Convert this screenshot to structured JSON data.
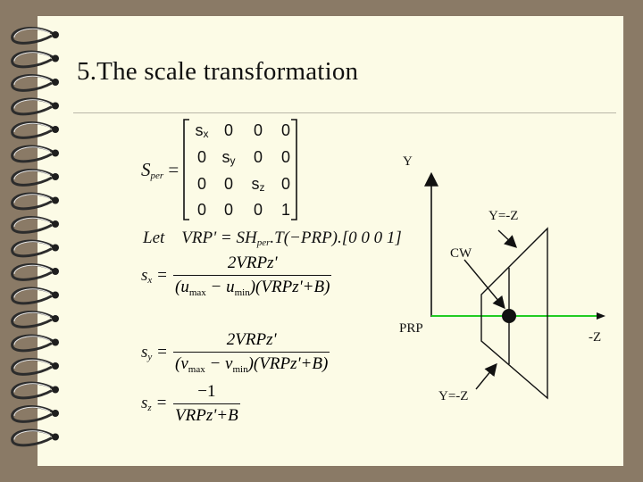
{
  "slide": {
    "title": "5.The scale transformation"
  },
  "matrix": {
    "lhs": "S",
    "lhs_sub": "per",
    "eq": "=",
    "rows": [
      [
        "sx",
        "0",
        "0",
        "0"
      ],
      [
        "0",
        "sy",
        "0",
        "0"
      ],
      [
        "0",
        "0",
        "sz",
        "0"
      ],
      [
        "0",
        "0",
        "0",
        "1"
      ]
    ]
  },
  "equations": {
    "let": "Let",
    "vrp_line": "VRP' = SH",
    "vrp_sub": "per",
    "vrp_rest": ".T(−PRP).[0 0 0 1]",
    "sx": {
      "lhs": "s",
      "lhs_sub": "x",
      "num": "2VRPz'",
      "den_left": "(u",
      "den_max": "max",
      "den_mid": " − u",
      "den_min": "min",
      "den_right": ")(VRPz'+B)"
    },
    "sy": {
      "lhs": "s",
      "lhs_sub": "y",
      "num": "2VRPz'",
      "den_left": "(v",
      "den_max": "max",
      "den_mid": " − v",
      "den_min": "min",
      "den_right": ")(VRPz'+B)"
    },
    "sz": {
      "lhs": "s",
      "lhs_sub": "z",
      "num": "−1",
      "den": "VRPz'+B"
    }
  },
  "diagram": {
    "labels": {
      "y_axis": "Y",
      "y_eq_neg_z_top": "Y=-Z",
      "cw": "CW",
      "prp": "PRP",
      "neg_z": "-Z",
      "y_eq_neg_z_bottom": "Y=-Z"
    },
    "colors": {
      "z_axis_line": "#22cc22",
      "ink": "#111111"
    }
  },
  "colors": {
    "paper": "#fcfbe6",
    "background": "#8a7a66",
    "rule": "#b9b6a8"
  }
}
